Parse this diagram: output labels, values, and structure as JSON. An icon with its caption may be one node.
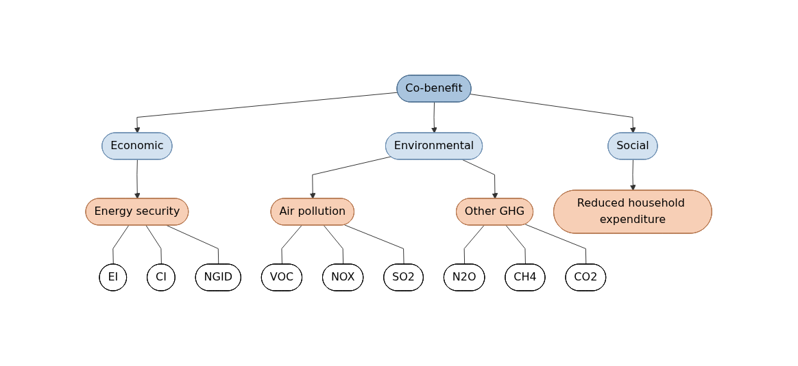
{
  "diagram": {
    "nodes": [
      {
        "text": [
          "Co-benefit"
        ]
      },
      {
        "text": [
          "Economic"
        ]
      },
      {
        "text": [
          "Environmental"
        ]
      },
      {
        "text": [
          "Social"
        ]
      },
      {
        "text": [
          "Energy security"
        ]
      },
      {
        "text": [
          "EI"
        ]
      },
      {
        "text": [
          "CI"
        ]
      },
      {
        "text": [
          "NGID"
        ]
      },
      {
        "text": [
          "Air pollution"
        ]
      },
      {
        "text": [
          "VOC"
        ]
      },
      {
        "text": [
          "NOX"
        ]
      },
      {
        "text": [
          "SO2"
        ]
      },
      {
        "text": [
          "Other GHG"
        ]
      },
      {
        "text": [
          "N2O"
        ]
      },
      {
        "text": [
          "CH4"
        ]
      },
      {
        "text": [
          "CO2"
        ]
      },
      {
        "text": [
          "Reduced household expenditure"
        ]
      }
    ],
    "edges": [
      {
        "from": 0,
        "to": 1,
        "arrow": "to"
      },
      {
        "from": 0,
        "to": 2,
        "arrow": "to"
      },
      {
        "from": 0,
        "to": 3,
        "arrow": "to"
      },
      {
        "from": 1,
        "to": 4,
        "arrow": "to"
      },
      {
        "from": 4,
        "to": 5,
        "arrow": "none"
      },
      {
        "from": 4,
        "to": 6,
        "arrow": "none"
      },
      {
        "from": 4,
        "to": 7,
        "arrow": "none"
      },
      {
        "from": 2,
        "to": 8,
        "arrow": "to"
      },
      {
        "from": 8,
        "to": 9,
        "arrow": "none"
      },
      {
        "from": 8,
        "to": 10,
        "arrow": "none"
      },
      {
        "from": 8,
        "to": 11,
        "arrow": "none"
      },
      {
        "from": 2,
        "to": 12,
        "arrow": "to"
      },
      {
        "from": 12,
        "to": 13,
        "arrow": "none"
      },
      {
        "from": 12,
        "to": 14,
        "arrow": "none"
      },
      {
        "from": 12,
        "to": 15,
        "arrow": "none"
      },
      {
        "from": 3,
        "to": 16,
        "arrow": "to"
      }
    ]
  }
}
